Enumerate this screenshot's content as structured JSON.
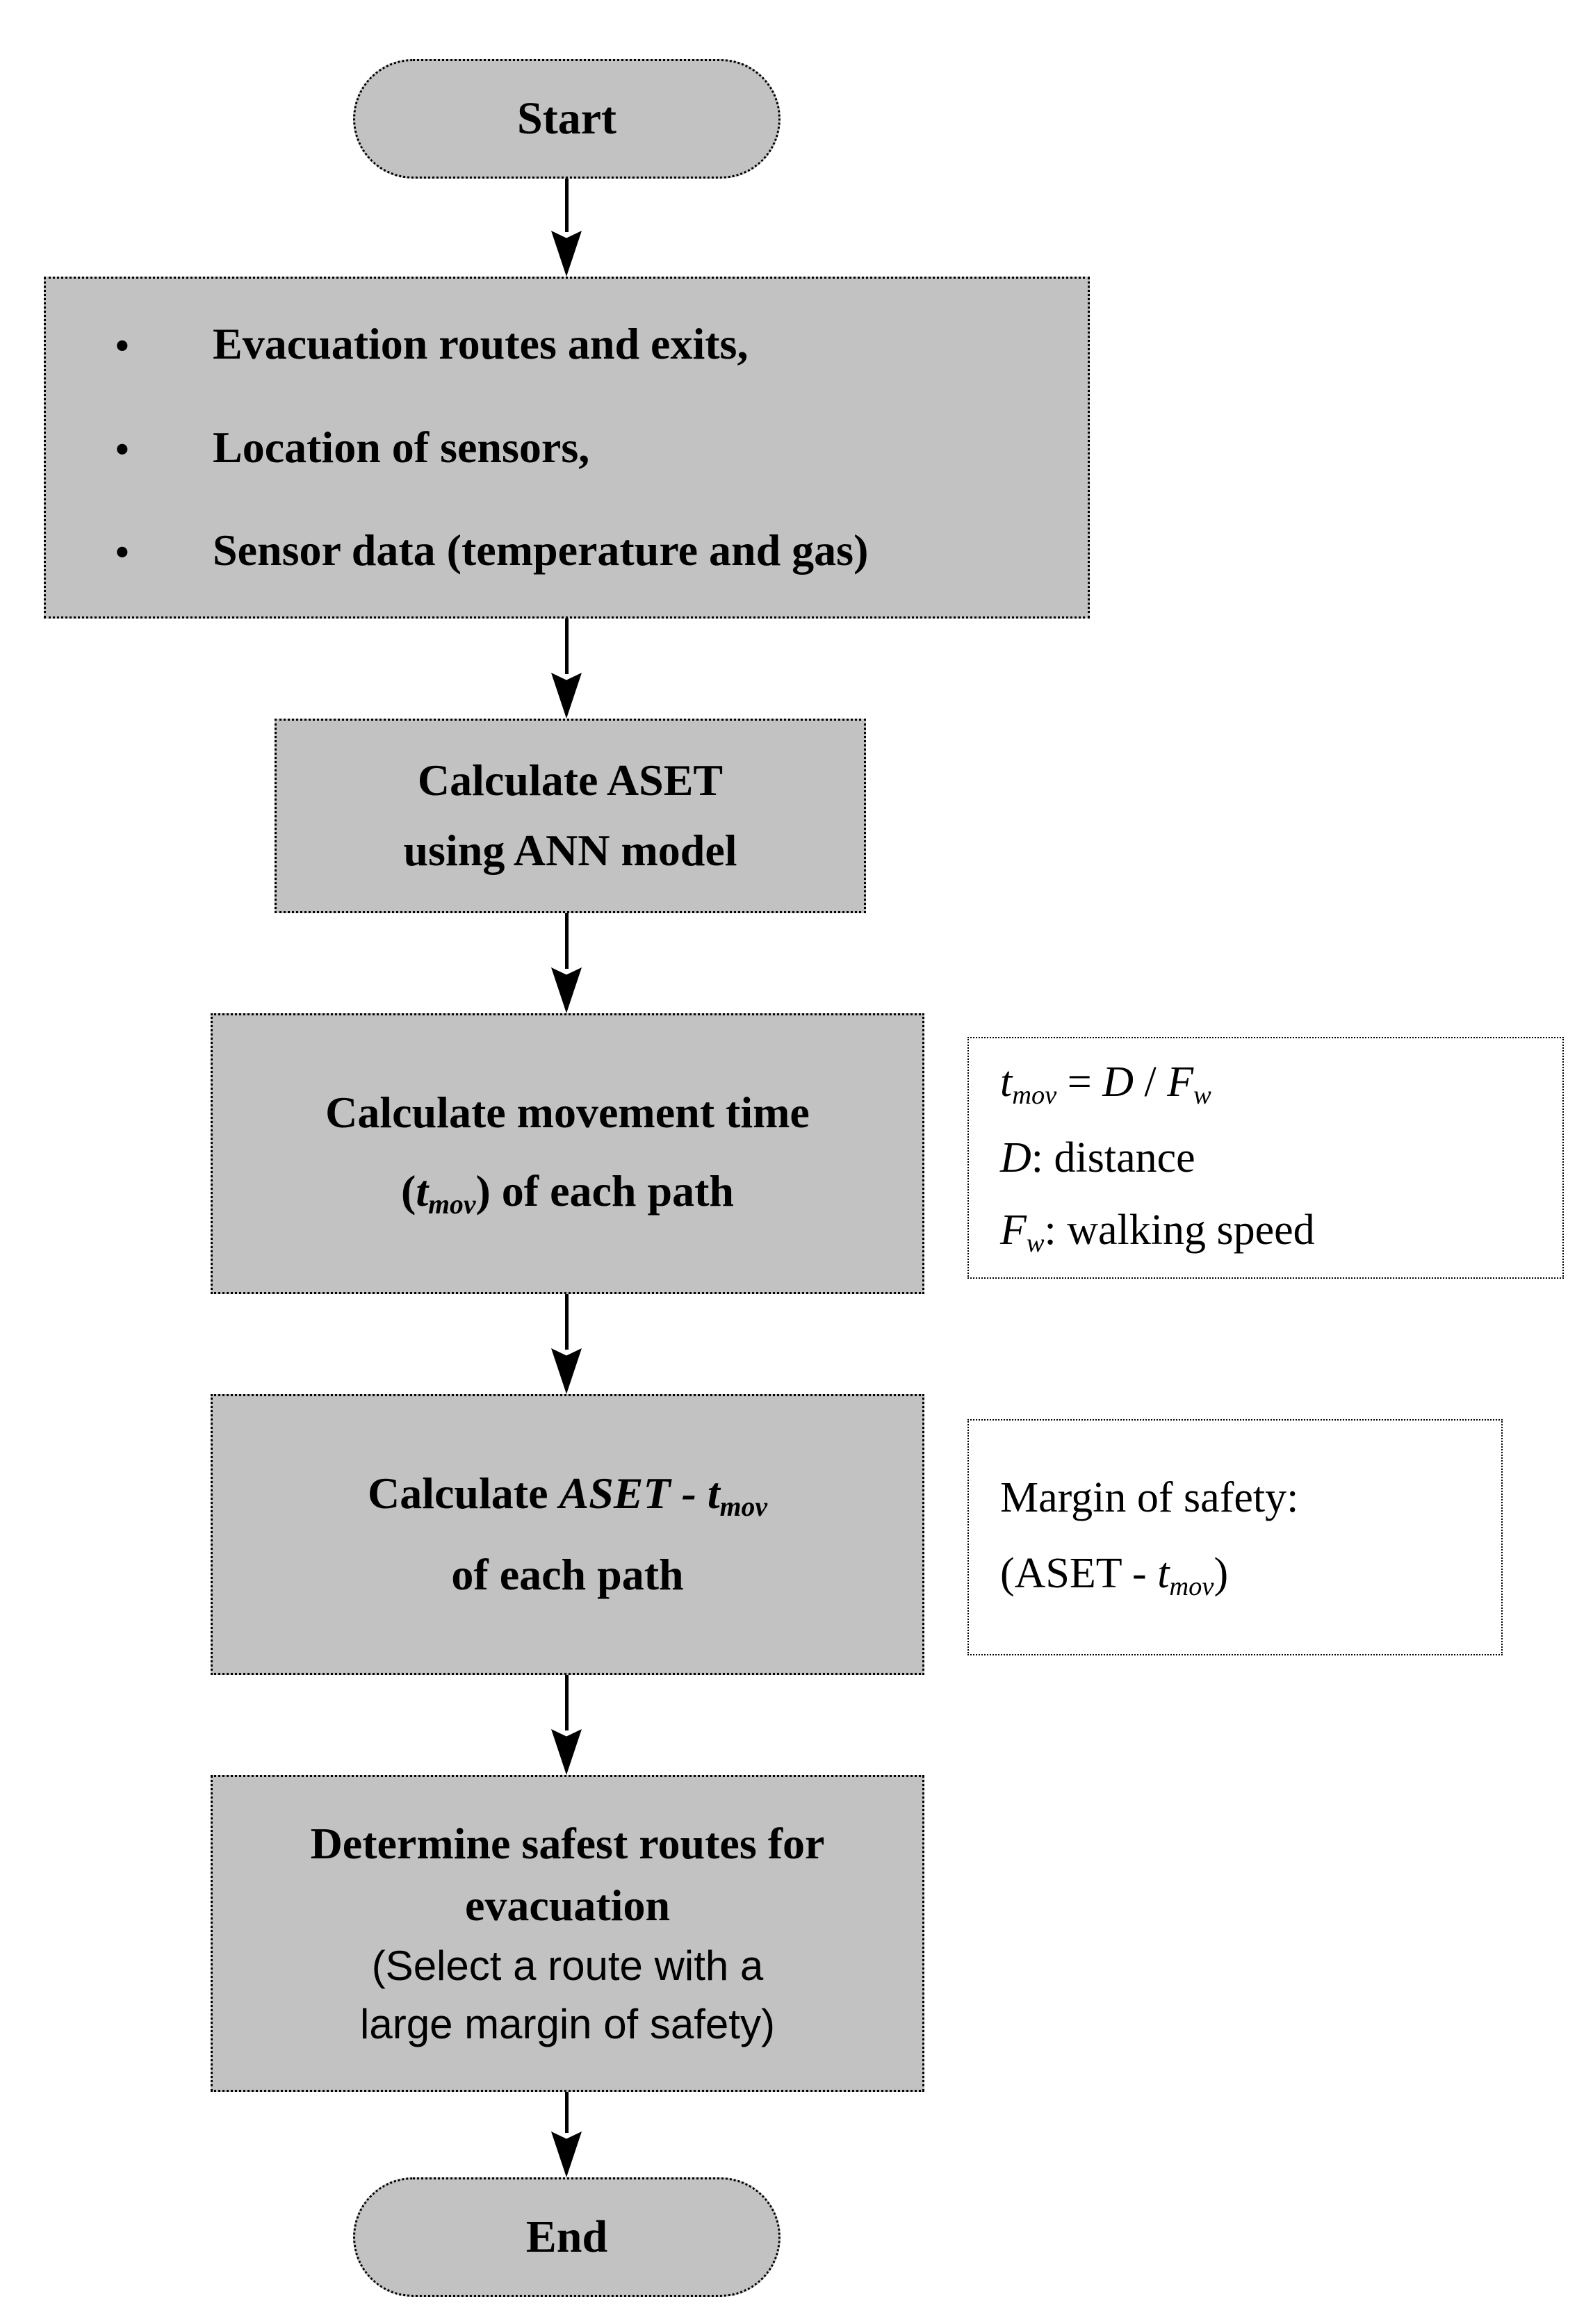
{
  "flow": {
    "start": {
      "label": "Start"
    },
    "inputs": {
      "bullet": "•",
      "items": [
        "Evacuation routes and exits,",
        "Location of sensors,",
        "Sensor data (temperature and gas)"
      ]
    },
    "aset": {
      "line1": "Calculate ASET",
      "line2": "using ANN model"
    },
    "movement": {
      "line1": "Calculate movement time",
      "line2": {
        "open": "(",
        "var": "t",
        "sub": "mov",
        "close": ") of each path"
      }
    },
    "margin_calc": {
      "line1": {
        "prefix": "Calculate ",
        "aset": "ASET - ",
        "var": "t",
        "sub": "mov"
      },
      "line2": "of each path"
    },
    "determine": {
      "line1": "Determine safest routes for",
      "line2": "evacuation",
      "line3": "(Select a route with a",
      "line4": "large margin of safety)"
    },
    "end": {
      "label": "End"
    }
  },
  "notes": {
    "formula": {
      "eq": {
        "t": "t",
        "tsub": "mov",
        "mid": " = ",
        "d": "D",
        "slash": " / ",
        "f": "F",
        "fsub": "w"
      },
      "d_line": {
        "var": "D",
        "rest": ": distance"
      },
      "f_line": {
        "var": "F",
        "sub": "w",
        "rest": ": walking speed"
      }
    },
    "margin": {
      "line1": "Margin of safety:",
      "line2": {
        "open": "(ASET - ",
        "var": "t",
        "sub": "mov",
        "close": ")"
      }
    }
  },
  "colors": {
    "box_fill": "#c2c2c2",
    "note_fill": "#ffffff",
    "border": "#000000",
    "arrow": "#000000"
  }
}
